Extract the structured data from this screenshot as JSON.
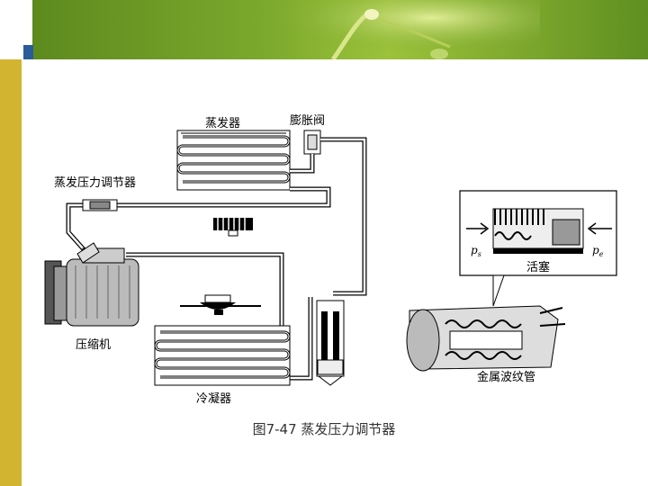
{
  "diagram": {
    "caption": "图7-47  蒸发压力调节器",
    "labels": {
      "evaporator": "蒸发器",
      "expansion_valve": "膨胀阀",
      "evap_pressure_regulator": "蒸发压力调节器",
      "compressor": "压缩机",
      "condenser": "冷凝器",
      "piston": "活塞",
      "metal_bellows": "金属波纹管",
      "pressure_left": "p",
      "pressure_left_sub": "s",
      "pressure_right": "p",
      "pressure_right_sub": "e"
    }
  },
  "colors": {
    "banner_green": "#7aa82c",
    "left_band": "#d2b430",
    "accent_blue": "#2a5c9a"
  }
}
